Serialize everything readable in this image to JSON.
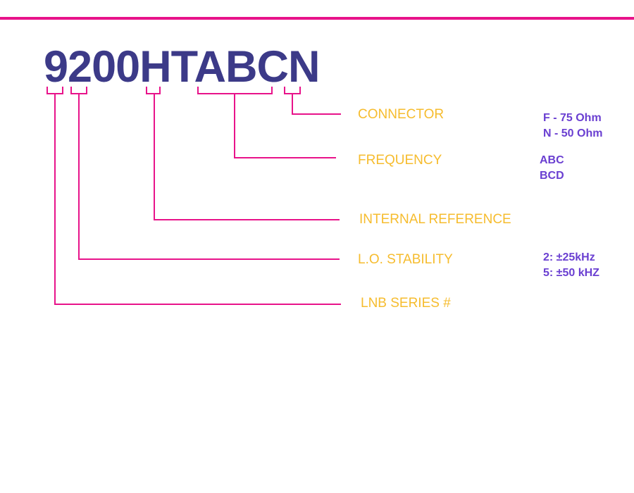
{
  "part_number": "9200HTABCN",
  "colors": {
    "rule": "#e8138a",
    "part_number": "#3c3a88",
    "label": "#f6bc2e",
    "option": "#6a3fd1"
  },
  "fields": {
    "connector": {
      "label": "CONNECTOR",
      "options": [
        "F - 75 Ohm",
        "N - 50 Ohm"
      ]
    },
    "frequency": {
      "label": "FREQUENCY",
      "options": [
        "ABC",
        "BCD"
      ]
    },
    "internal_reference": {
      "label": "INTERNAL REFERENCE"
    },
    "lo_stability": {
      "label": "L.O. STABILITY",
      "options": [
        "2: ±25kHz",
        "5: ±50 kHZ"
      ]
    },
    "lnb_series": {
      "label": "LNB SERIES #"
    }
  }
}
